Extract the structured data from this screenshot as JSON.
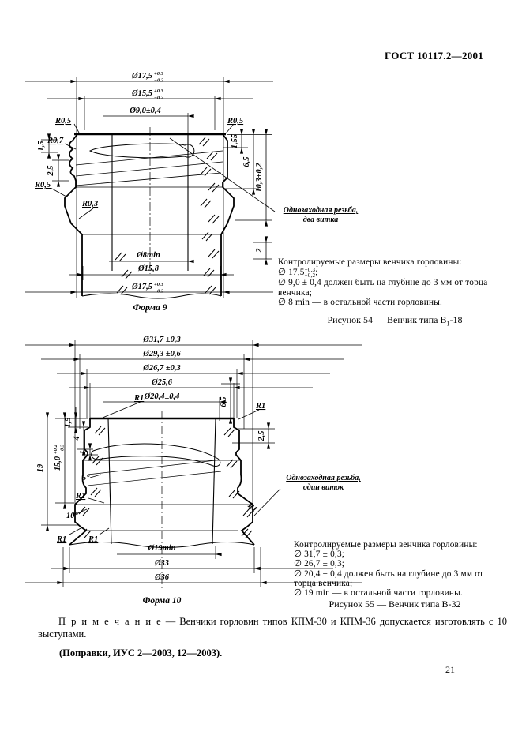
{
  "header": {
    "title": "ГОСТ 10117.2—2001"
  },
  "fig54": {
    "dims": {
      "top1_main": "Ø17,5",
      "top1_sup": "+0,3",
      "top1_sub": "−0,2",
      "top2_main": "Ø15,5",
      "top2_sup": "+0,3",
      "top2_sub": "−0,2",
      "top3": "Ø9,0±0,4",
      "r05_left_top": "R0,5",
      "r05_right_top": "R0,5",
      "r07": "R0,7",
      "r05_left": "R0,5",
      "r03": "R0,3",
      "h15": "1,5",
      "h25": "2,5",
      "v155": "1,55",
      "v65": "6,5",
      "v103": "10,3±0,2",
      "v2": "2",
      "bot1": "Ø8min",
      "bot2": "Ø15,8",
      "bot3_main": "Ø17,5",
      "bot3_sup": "+0,3",
      "bot3_sub": "−0,2"
    },
    "thread_note_line1": "Однозаходная резьба,",
    "thread_note_line2": "два витка",
    "form": "Форма 9",
    "caption_pre": "Рисунок 54 — Венчик типа В",
    "caption_sub": "1",
    "caption_post": "-18",
    "notes_title": "Контролируемые размеры венчика горловины:",
    "notes_d1_main": "∅ 17,5",
    "notes_d1_sup": "+0,3",
    "notes_d1_sub": "−0,2",
    "notes_d1_end": ";",
    "notes_line2": "∅ 9,0 ± 0,4 должен быть на глубине до 3 мм от торца",
    "notes_line3": "венчика;",
    "notes_line4": "∅ 8 min — в остальной части горловины."
  },
  "fig55": {
    "dims": {
      "top1": "Ø31,7 ±0,3",
      "top2": "Ø29,3 ±0,6",
      "top3": "Ø26,7 ±0,3",
      "top4": "Ø25,6",
      "top5": "Ø20,4±0,4",
      "r1_left": "R1",
      "r1_right": "R1",
      "r1_mid": "R1",
      "r1_bot1": "R1",
      "r1_bot2": "R1",
      "r1_leader": "R1",
      "v65": "6,5",
      "h15": "1,5",
      "h4": "4",
      "h1": "1",
      "v150_main": "15,0",
      "v150_sup": "+0,2",
      "v150_sub": "−0,3",
      "v19": "19",
      "a5": "5°",
      "a10": "10°",
      "v25": "2,5",
      "bot1": "Ø19min",
      "bot2": "Ø33",
      "bot3": "Ø36"
    },
    "thread_note_line1": "Однозаходная резьба,",
    "thread_note_line2": "один виток",
    "form": "Форма 10",
    "caption": "Рисунок 55 — Венчик типа В-32",
    "notes_title": "Контролируемые размеры венчика горловины:",
    "notes_line2": "∅ 31,7 ± 0,3;",
    "notes_line3": "∅ 26,7 ± 0,3;",
    "notes_line4": "∅ 20,4 ± 0,4 должен быть на глубине до 3 мм от",
    "notes_line5": "торца венчика;",
    "notes_line6": "∅ 19 min — в остальной части горловины."
  },
  "footer": {
    "note_label": "П р и м е ч а н и е",
    "note_body": " — Венчики горловин типов КПМ-30 и КПМ-36 допускается изготовлять с 10 выступами.",
    "amendment": "(Поправки, ИУС 2—2003, 12—2003).",
    "page_number": "21"
  }
}
